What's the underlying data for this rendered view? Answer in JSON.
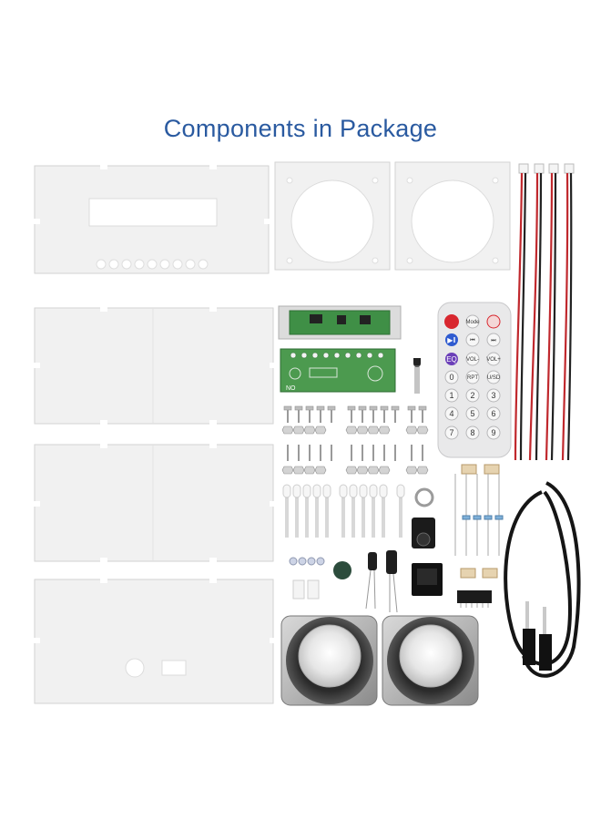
{
  "header": {
    "title": "Components in Package"
  },
  "colors": {
    "title": "#2a5aa0",
    "acrylic": "#f1f1f1",
    "pcb_green": "#3f8f46",
    "wire_red": "#c0282d",
    "wire_black": "#222222",
    "remote_body": "#e9e9ea",
    "remote_red": "#d8272f",
    "remote_blue": "#2f5bd0",
    "remote_purple": "#6b3fb8"
  },
  "remote": {
    "keys": [
      "Mode",
      "",
      "VOL-",
      "VOL+",
      "RPT",
      "U/SD",
      "EQ",
      "0",
      "1",
      "2",
      "3",
      "4",
      "5",
      "6",
      "7",
      "8",
      "9"
    ]
  },
  "board": {
    "label": "NO"
  },
  "icons": [
    "power-icon",
    "play-pause-icon",
    "mute-icon",
    "prev-icon",
    "next-icon"
  ]
}
